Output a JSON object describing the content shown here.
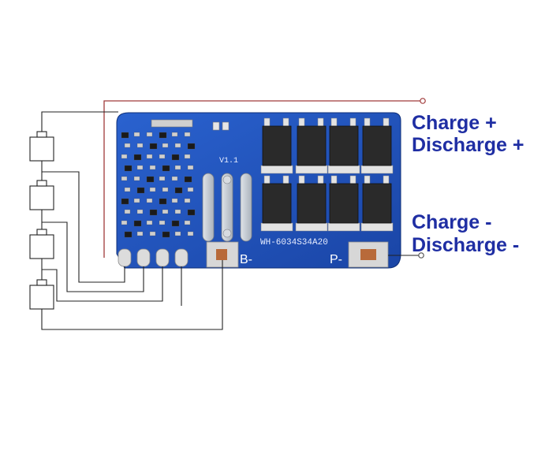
{
  "board": {
    "version": "V1.1",
    "model": "WH-6034S34A20",
    "pad_b_minus": "B-",
    "pad_p_minus": "P-"
  },
  "labels": {
    "charge_plus": "Charge +",
    "discharge_plus": "Discharge +",
    "charge_minus": "Charge -",
    "discharge_minus": "Discharge -"
  },
  "colors": {
    "pcb": "#1e4fb8",
    "label_text": "#1f2ea3",
    "wire_black": "#222222",
    "wire_red": "#a03a3a",
    "mosfet": "#2a2a2a"
  }
}
